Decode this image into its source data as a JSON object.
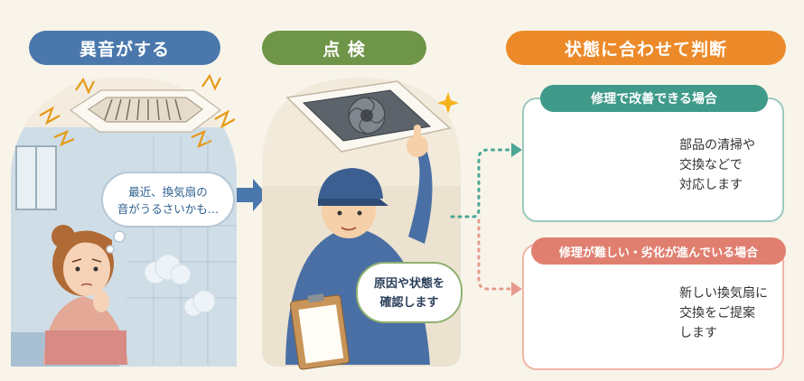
{
  "steps": [
    {
      "label": "異音がする",
      "color": "#4a78ad"
    },
    {
      "label": "点 検",
      "color": "#6f9548"
    },
    {
      "label": "状態に合わせて判断",
      "color": "#ec8a2a"
    }
  ],
  "thought_bubble": {
    "line1": "最近、換気扇の",
    "line2": "音がうるさいかも…"
  },
  "speech_bubble": {
    "line1": "原因や状態を",
    "line2": "確認します"
  },
  "option_repair": {
    "title": "修理で改善できる場合",
    "line1": "部品の清掃や",
    "line2": "交換などで",
    "line3": "対応します",
    "color": "#3f9a8a"
  },
  "option_replace": {
    "title": "修理が難しい・劣化が進んでいる場合",
    "line1": "新しい換気扇に",
    "line2": "交換をご提案",
    "line3": "します",
    "color": "#e07f70"
  }
}
